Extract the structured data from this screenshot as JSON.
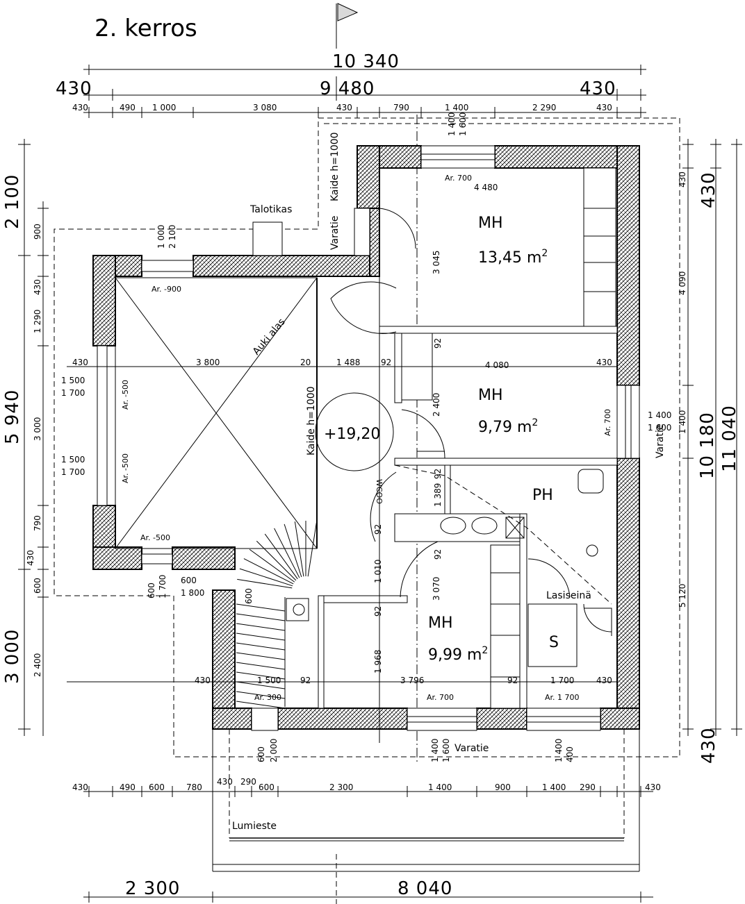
{
  "title": "2. kerros",
  "total_dims": {
    "top_overall": "10  340",
    "top_left": "430",
    "top_center": "9  480",
    "top_right": "430",
    "bottom_left": "2  300",
    "bottom_right": "8  040"
  },
  "top_detail_dims": [
    "430",
    "490",
    "1  000",
    "3  080",
    "430",
    "790",
    "1  400",
    "2  290",
    "430"
  ],
  "window_top_dims": [
    "1 400",
    "1 600"
  ],
  "left_dims": {
    "large": [
      "2  100",
      "5  940",
      "3  000"
    ],
    "small": [
      "900",
      "1  290",
      "430",
      "3  000",
      "790",
      "430",
      "600",
      "2  400"
    ]
  },
  "right_dims": {
    "large": [
      "430",
      "10  180",
      "11  040",
      "430"
    ],
    "small": [
      "430",
      "4  090",
      "1 400",
      "5  120"
    ]
  },
  "bottom_detail_dims": [
    "430",
    "490",
    "600",
    "780",
    "430",
    "290",
    "600",
    "2  300",
    "1  400",
    "900",
    "1  400",
    "290",
    "430"
  ],
  "rooms": [
    {
      "name": "MH",
      "area": "13,45 m",
      "width": "4  480",
      "depth": "3  045"
    },
    {
      "name": "MH",
      "area": "9,79 m",
      "width": "4  080",
      "depth": "2  400"
    },
    {
      "name": "PH"
    },
    {
      "name": "MH",
      "area": "9,99 m",
      "width": "3  796",
      "depth": "3  070"
    },
    {
      "name": "S"
    }
  ],
  "area_sup": "2",
  "labels": {
    "talotikas": "Talotikas",
    "varatie": "Varatie",
    "kaide_top": "Kaide h=1000",
    "kaide_mid": "Kaide h=1000",
    "auki_alas": "Auki alas",
    "level": "+19,20",
    "wc": "WCOO",
    "lasiseina": "Lasiseinä",
    "lumieste": "Lumieste"
  },
  "window_notes": [
    "Ar. 700",
    "Ar. -900",
    "Ar. -500",
    "Ar. -500",
    "Ar. -500",
    "Ar. 300",
    "Ar. 700",
    "Ar. 1 700",
    "Ar. 700"
  ],
  "internal_dims": [
    "430",
    "3  800",
    "20",
    "1  488",
    "92",
    "430",
    "92",
    "92",
    "1  389",
    "92",
    "1  010",
    "92",
    "1  968",
    "430",
    "1  500",
    "92",
    "92",
    "1  700",
    "430",
    "92",
    "1 500",
    "1 700",
    "1 500",
    "1 700",
    "1 000",
    "2 100",
    "600",
    "1  800",
    "600",
    "1  700",
    "1 600",
    "600",
    "2 000",
    "1 400",
    "1 600",
    "1 400",
    "400",
    "1 400",
    "1 600"
  ]
}
